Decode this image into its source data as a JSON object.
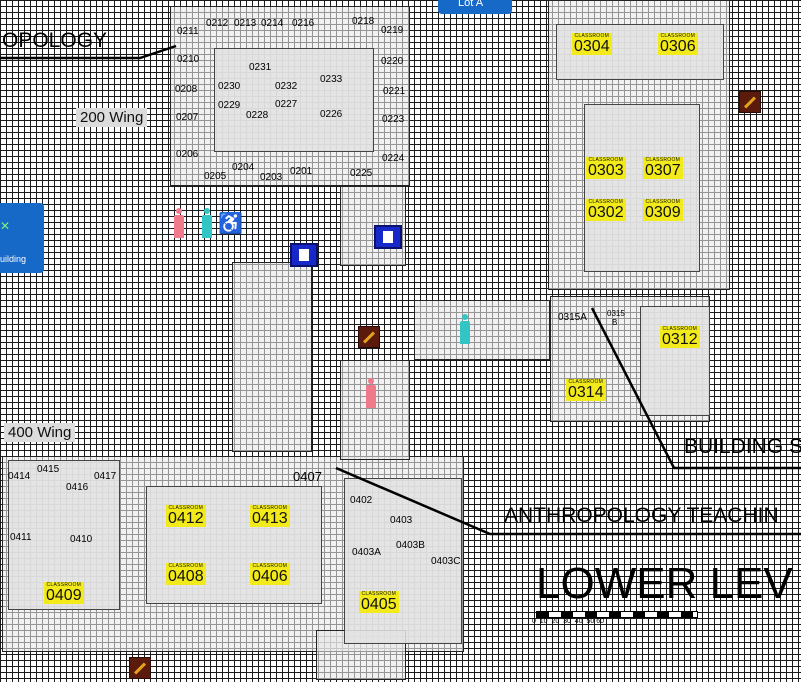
{
  "colors": {
    "classroom_tag": "#f2ea1a",
    "room_fill": "#e1e1e1",
    "grid_line": "#1a1a1a",
    "elevator": "#1628c8",
    "stairs": "#5a1a0c",
    "restroom_pink": "#f07a8c",
    "restroom_teal": "#33c4c4",
    "building_chip": "#1769c7"
  },
  "callouts": {
    "anthropology_top": "OPOLOGY",
    "building_right": "BUILDING S",
    "anthropology_teaching": "ANTHROPOLOGY TEACHIN"
  },
  "floor_title": "LOWER LEV",
  "scale_bar_ticks": "0  10  20  30  40  50 60",
  "wings": {
    "w200": "200 Wing",
    "w400": "400 Wing"
  },
  "chips": {
    "top_chip": "Lot A",
    "left_chip": "uilding"
  },
  "classroom_caption": "CLASSROOM",
  "classrooms": {
    "c0304": "0304",
    "c0306": "0306",
    "c0303": "0303",
    "c0307": "0307",
    "c0302": "0302",
    "c0309": "0309",
    "c0312": "0312",
    "c0314": "0314",
    "c0412": "0412",
    "c0413": "0413",
    "c0408": "0408",
    "c0406": "0406",
    "c0409": "0409",
    "c0405": "0405"
  },
  "rooms": {
    "r0211": "0211",
    "r0212": "0212",
    "r0213": "0213",
    "r0214": "0214",
    "r0216": "0216",
    "r0218": "0218",
    "r0219": "0219",
    "r0210": "0210",
    "r0220": "0220",
    "r0208": "0208",
    "r0230": "0230",
    "r0231": "0231",
    "r0232": "0232",
    "r0233": "0233",
    "r0221": "0221",
    "r0229": "0229",
    "r0227": "0227",
    "r0207": "0207",
    "r0228": "0228",
    "r0226": "0226",
    "r0223": "0223",
    "r0206": "0206",
    "r0224": "0224",
    "r0205": "0205",
    "r0204": "0204",
    "r0203": "0203",
    "r0201": "0201",
    "r0225": "0225",
    "r0315a": "0315A",
    "r0315b": "0315",
    "r0315c": "B",
    "r0414": "0414",
    "r0415": "0415",
    "r0417": "0417",
    "r0416": "0416",
    "r0411": "0411",
    "r0410": "0410",
    "r0407": "0407",
    "r0402": "0402",
    "r0403": "0403",
    "r0403a": "0403A",
    "r0403b": "0403B",
    "r0403c": "0403C"
  }
}
